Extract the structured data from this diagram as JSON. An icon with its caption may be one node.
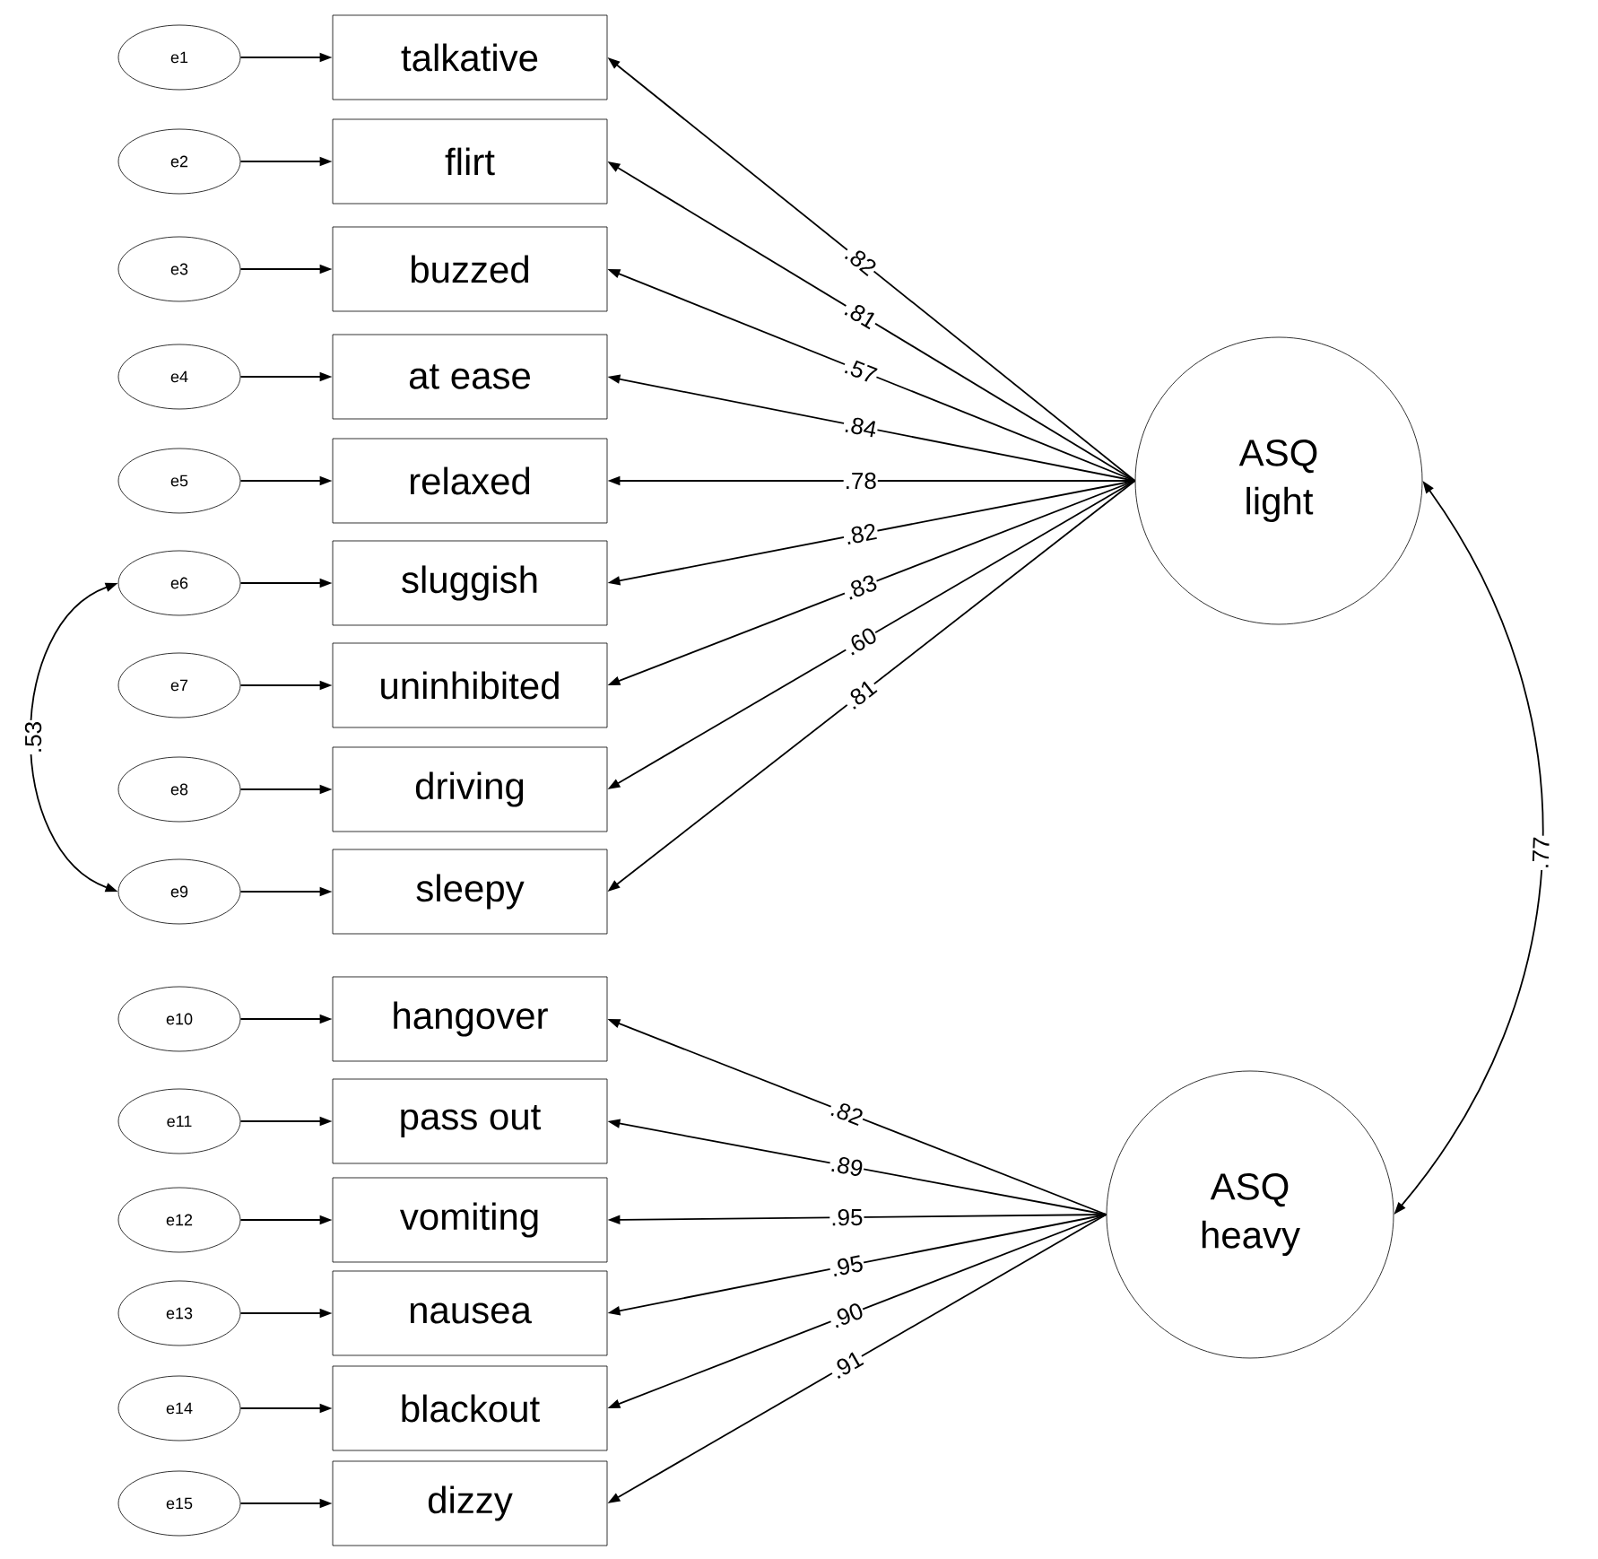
{
  "diagram": {
    "nodes": [
      {
        "text": [
          "e1"
        ]
      },
      {
        "text": [
          "e2"
        ]
      },
      {
        "text": [
          "e3"
        ]
      },
      {
        "text": [
          "e4"
        ]
      },
      {
        "text": [
          "e5"
        ]
      },
      {
        "text": [
          "e6"
        ]
      },
      {
        "text": [
          "e7"
        ]
      },
      {
        "text": [
          "e8"
        ]
      },
      {
        "text": [
          "e9"
        ]
      },
      {
        "text": [
          "e10"
        ]
      },
      {
        "text": [
          "e11"
        ]
      },
      {
        "text": [
          "e12"
        ]
      },
      {
        "text": [
          "e13"
        ]
      },
      {
        "text": [
          "e14"
        ]
      },
      {
        "text": [
          "e15"
        ]
      },
      {
        "text": [
          "talkative"
        ]
      },
      {
        "text": [
          "flirt"
        ]
      },
      {
        "text": [
          "buzzed"
        ]
      },
      {
        "text": [
          "at ease"
        ]
      },
      {
        "text": [
          "relaxed"
        ]
      },
      {
        "text": [
          "sluggish"
        ]
      },
      {
        "text": [
          "uninhibited"
        ]
      },
      {
        "text": [
          "driving"
        ]
      },
      {
        "text": [
          "sleepy"
        ]
      },
      {
        "text": [
          "hangover"
        ]
      },
      {
        "text": [
          "pass out"
        ]
      },
      {
        "text": [
          "vomiting"
        ]
      },
      {
        "text": [
          "nausea"
        ]
      },
      {
        "text": [
          "blackout"
        ]
      },
      {
        "text": [
          "dizzy"
        ]
      },
      {
        "text": [
          "ASQ light"
        ]
      },
      {
        "text": [
          "ASQ heavy"
        ]
      }
    ],
    "edges": [
      {
        "from": 0,
        "to": 15,
        "arrow": "to"
      },
      {
        "from": 1,
        "to": 16,
        "arrow": "to"
      },
      {
        "from": 2,
        "to": 17,
        "arrow": "to"
      },
      {
        "from": 3,
        "to": 18,
        "arrow": "to"
      },
      {
        "from": 4,
        "to": 19,
        "arrow": "to"
      },
      {
        "from": 5,
        "to": 20,
        "arrow": "to"
      },
      {
        "from": 6,
        "to": 21,
        "arrow": "to"
      },
      {
        "from": 7,
        "to": 22,
        "arrow": "to"
      },
      {
        "from": 8,
        "to": 23,
        "arrow": "to"
      },
      {
        "from": 9,
        "to": 24,
        "arrow": "to"
      },
      {
        "from": 10,
        "to": 25,
        "arrow": "to"
      },
      {
        "from": 11,
        "to": 26,
        "arrow": "to"
      },
      {
        "from": 12,
        "to": 27,
        "arrow": "to"
      },
      {
        "from": 13,
        "to": 28,
        "arrow": "to"
      },
      {
        "from": 14,
        "to": 29,
        "arrow": "to"
      },
      {
        "from": 30,
        "to": 15,
        "arrow": "to",
        "label": ".82"
      },
      {
        "from": 30,
        "to": 16,
        "arrow": "to",
        "label": ".81"
      },
      {
        "from": 30,
        "to": 17,
        "arrow": "to",
        "label": ".57"
      },
      {
        "from": 30,
        "to": 18,
        "arrow": "to",
        "label": ".84"
      },
      {
        "from": 30,
        "to": 19,
        "arrow": "to",
        "label": ".78"
      },
      {
        "from": 30,
        "to": 20,
        "arrow": "to",
        "label": ".82"
      },
      {
        "from": 30,
        "to": 21,
        "arrow": "to",
        "label": ".83"
      },
      {
        "from": 30,
        "to": 22,
        "arrow": "to",
        "label": ".60"
      },
      {
        "from": 30,
        "to": 23,
        "arrow": "to",
        "label": ".81"
      },
      {
        "from": 31,
        "to": 24,
        "arrow": "to",
        "label": ".82"
      },
      {
        "from": 31,
        "to": 25,
        "arrow": "to",
        "label": ".89"
      },
      {
        "from": 31,
        "to": 26,
        "arrow": "to",
        "label": ".95"
      },
      {
        "from": 31,
        "to": 27,
        "arrow": "to",
        "label": ".95"
      },
      {
        "from": 31,
        "to": 28,
        "arrow": "to",
        "label": ".90"
      },
      {
        "from": 31,
        "to": 29,
        "arrow": "to",
        "label": ".91"
      },
      {
        "from": 5,
        "to": 8,
        "arrow": "both",
        "label": ".53"
      },
      {
        "from": 30,
        "to": 31,
        "arrow": "both",
        "label": ".77"
      }
    ]
  }
}
